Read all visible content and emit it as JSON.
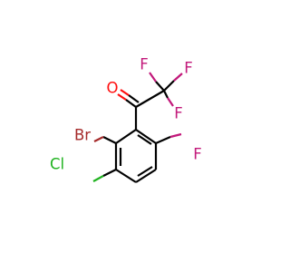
{
  "molecule": {
    "atoms": [
      {
        "id": "O",
        "label": "O",
        "color": "#ff0d0d"
      },
      {
        "id": "F1",
        "label": "F",
        "color": "#c2187a"
      },
      {
        "id": "F2",
        "label": "F",
        "color": "#c2187a"
      },
      {
        "id": "F3",
        "label": "F",
        "color": "#c2187a"
      },
      {
        "id": "Br",
        "label": "Br",
        "color": "#a52a2a"
      },
      {
        "id": "F4",
        "label": "F",
        "color": "#c2187a"
      },
      {
        "id": "Cl",
        "label": "Cl",
        "color": "#1fb21f"
      }
    ],
    "bond_color": "#000000"
  }
}
